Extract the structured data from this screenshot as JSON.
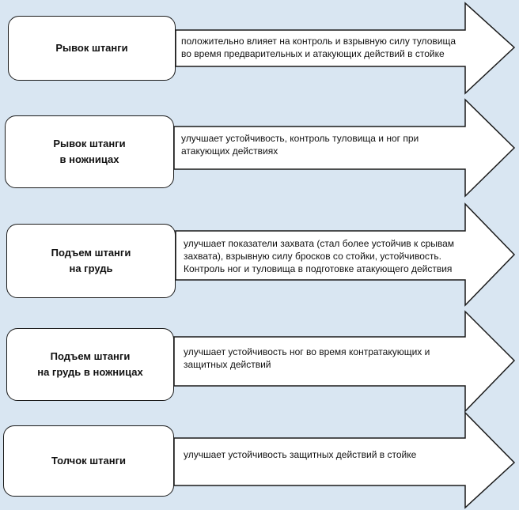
{
  "rows": [
    {
      "label": "Рывок штанги",
      "effect": "положительно влияет на контроль и взрывную силу туловища\nво время предварительных и атакующих действий в стойке"
    },
    {
      "label": "Рывок штанги\nв ножницах",
      "effect": "улучшает устойчивость, контроль туловища и ног при\nатакующих действиях"
    },
    {
      "label": "Подъем штанги\nна грудь",
      "effect": "улучшает показатели захвата (стал более устойчив к срывам\nзахвата), взрывную силу бросков со стойки, устойчивость.\nКонтроль ног и туловища в подготовке атакующего действия"
    },
    {
      "label": "Подъем штанги\nна грудь в ножницах",
      "effect": "улучшает устойчивость ног во время контратакующих и\nзащитных действий"
    },
    {
      "label": "Толчок штанги",
      "effect": "улучшает устойчивость защитных действий в стойке"
    }
  ]
}
